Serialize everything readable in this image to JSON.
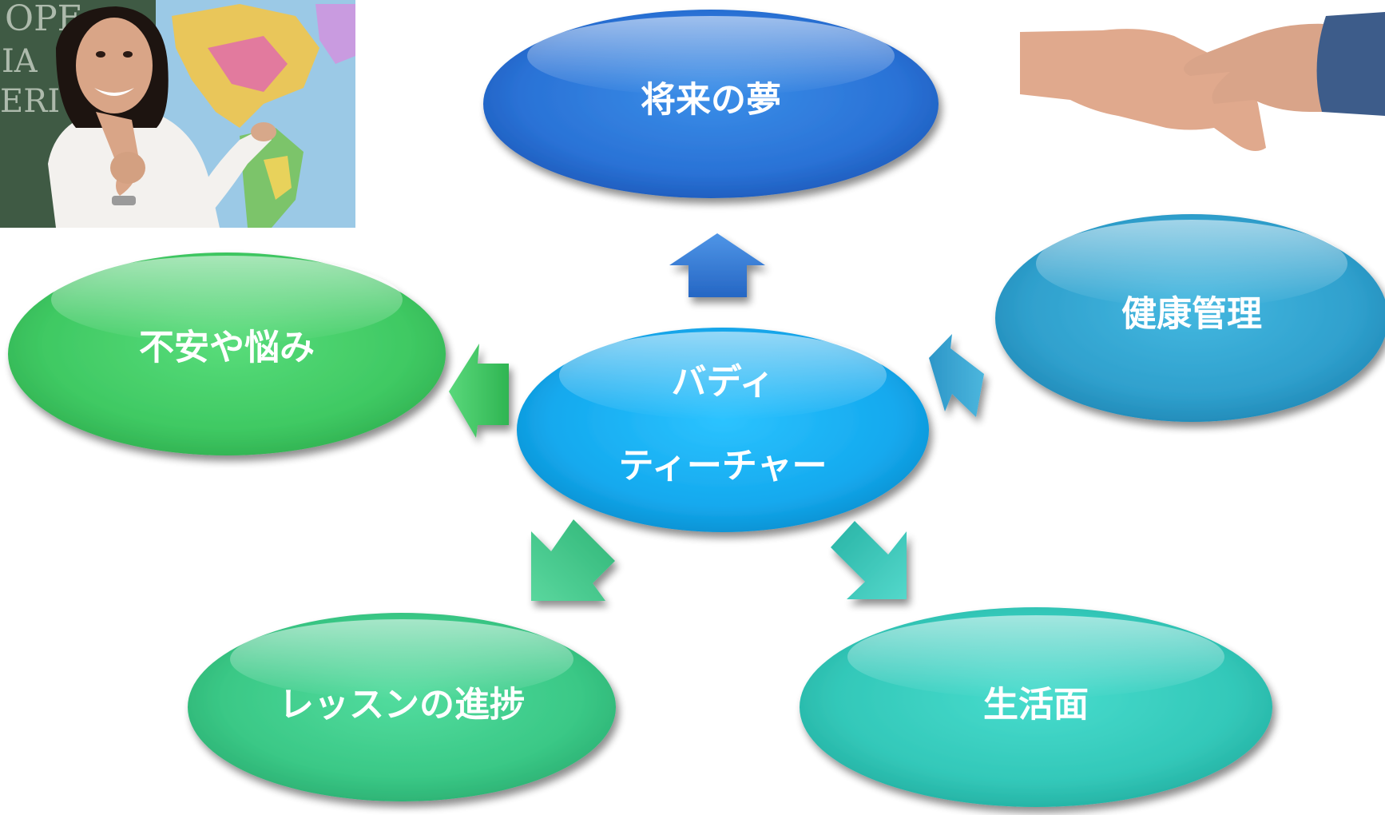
{
  "diagram": {
    "center": {
      "line1": "バディ",
      "line2": "ティーチャー"
    },
    "nodes": {
      "top": "将来の夢",
      "right": "健康管理",
      "left": "不安や悩み",
      "bottom_left": "レッスンの進捗",
      "bottom_right": "生活面"
    }
  },
  "colors": {
    "center": "#1FAFEF",
    "top": "#2D7DDB",
    "right": "#35A7D3",
    "left": "#45CF6A",
    "bottom_left": "#3FCF92",
    "bottom_right": "#34CFC2"
  },
  "images": {
    "teacher_photo": "teacher-photo",
    "handshake_photo": "handshake-photo"
  }
}
